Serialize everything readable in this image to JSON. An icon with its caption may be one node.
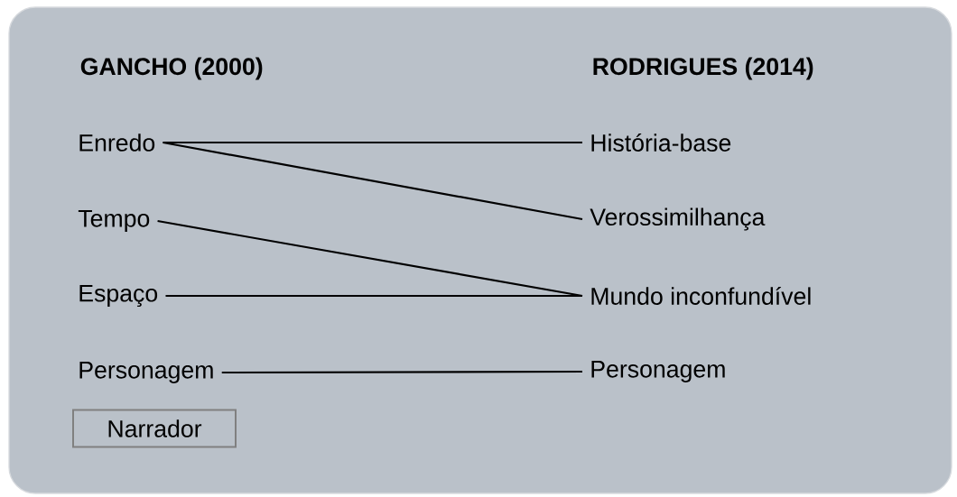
{
  "diagram": {
    "nodes": [
      {
        "text": [
          "Enredo"
        ]
      },
      {
        "text": [
          "Tempo"
        ]
      },
      {
        "text": [
          "Espaço"
        ]
      },
      {
        "text": [
          "Personagem"
        ]
      },
      {
        "text": [
          "Narrador"
        ]
      },
      {
        "text": [
          "História-base"
        ]
      },
      {
        "text": [
          "Verossimilhança"
        ]
      },
      {
        "text": [
          "Mundo inconfundível"
        ]
      },
      {
        "text": [
          "Personagem"
        ]
      }
    ],
    "edges": [
      {
        "from": 0,
        "to": 5,
        "arrow": "none"
      },
      {
        "from": 0,
        "to": 6,
        "arrow": "none"
      },
      {
        "from": 1,
        "to": 7,
        "arrow": "none"
      },
      {
        "from": 2,
        "to": 7,
        "arrow": "none"
      },
      {
        "from": 3,
        "to": 8,
        "arrow": "none"
      }
    ],
    "labels": [
      "GANCHO (2000)",
      "RODRIGUES (2014)"
    ]
  }
}
